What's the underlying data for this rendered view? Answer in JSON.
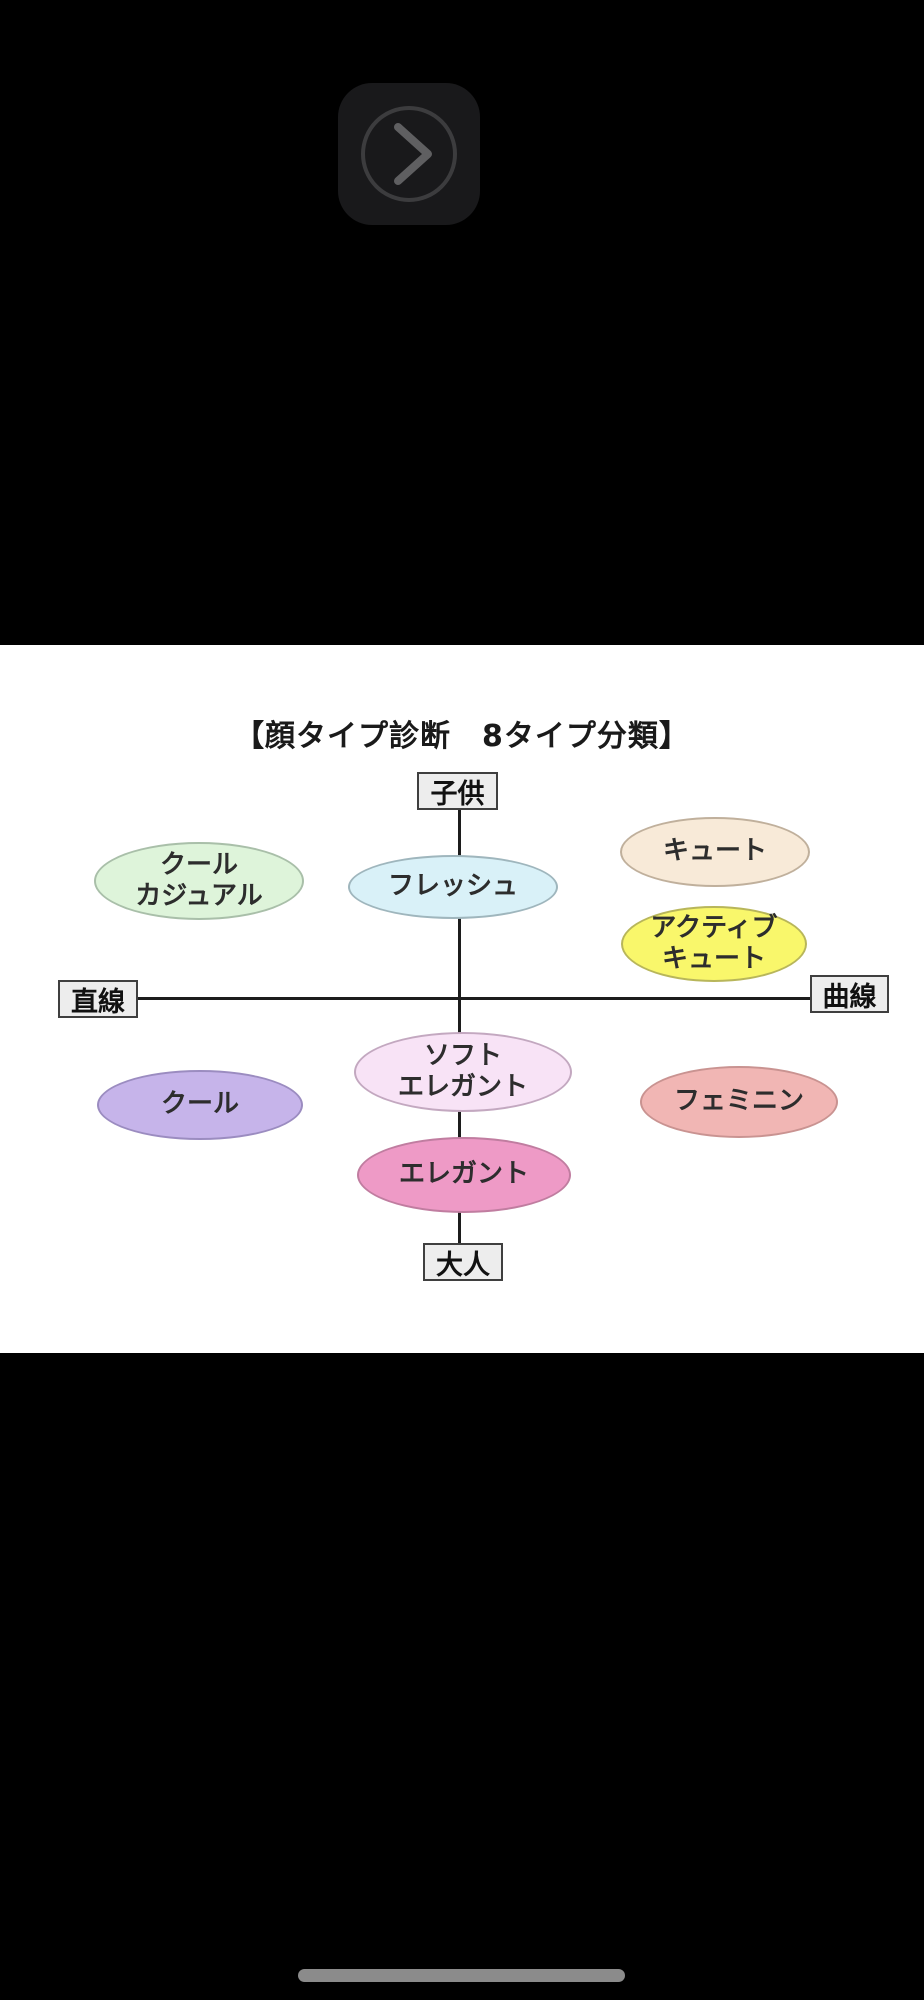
{
  "player": {
    "play_button_icon": "chevron-right-in-circle",
    "button_bg": "#19191b",
    "icon_color": "#5f5f61"
  },
  "diagram": {
    "title": "【顔タイプ診断　8タイプ分類】",
    "axes": {
      "top": "子供",
      "bottom": "大人",
      "left": "直線",
      "right": "曲線"
    },
    "types": [
      {
        "name": "cool-casual",
        "lines": [
          "クール",
          "カジュアル"
        ],
        "fill": "#def4da",
        "border": "#a9bfa9"
      },
      {
        "name": "fresh",
        "lines": [
          "フレッシュ"
        ],
        "fill": "#d9f1f8",
        "border": "#9fb6bd"
      },
      {
        "name": "cute",
        "lines": [
          "キュート"
        ],
        "fill": "#f8ead8",
        "border": "#c0b09c"
      },
      {
        "name": "active-cute",
        "lines": [
          "アクティブ",
          "キュート"
        ],
        "fill": "#f9f76b",
        "border": "#b8b65a"
      },
      {
        "name": "cool",
        "lines": [
          "クール"
        ],
        "fill": "#c6b4ea",
        "border": "#9b8cc0"
      },
      {
        "name": "soft-elegant",
        "lines": [
          "ソフト",
          "エレガント"
        ],
        "fill": "#f8e3f6",
        "border": "#c3a8c0"
      },
      {
        "name": "feminine",
        "lines": [
          "フェミニン"
        ],
        "fill": "#f1b6b4",
        "border": "#c99391"
      },
      {
        "name": "elegant",
        "lines": [
          "エレガント"
        ],
        "fill": "#ee9ac6",
        "border": "#c07da0"
      }
    ]
  },
  "system": {
    "home_indicator": "home-indicator-bar",
    "home_indicator_color": "#8b8b8b"
  }
}
